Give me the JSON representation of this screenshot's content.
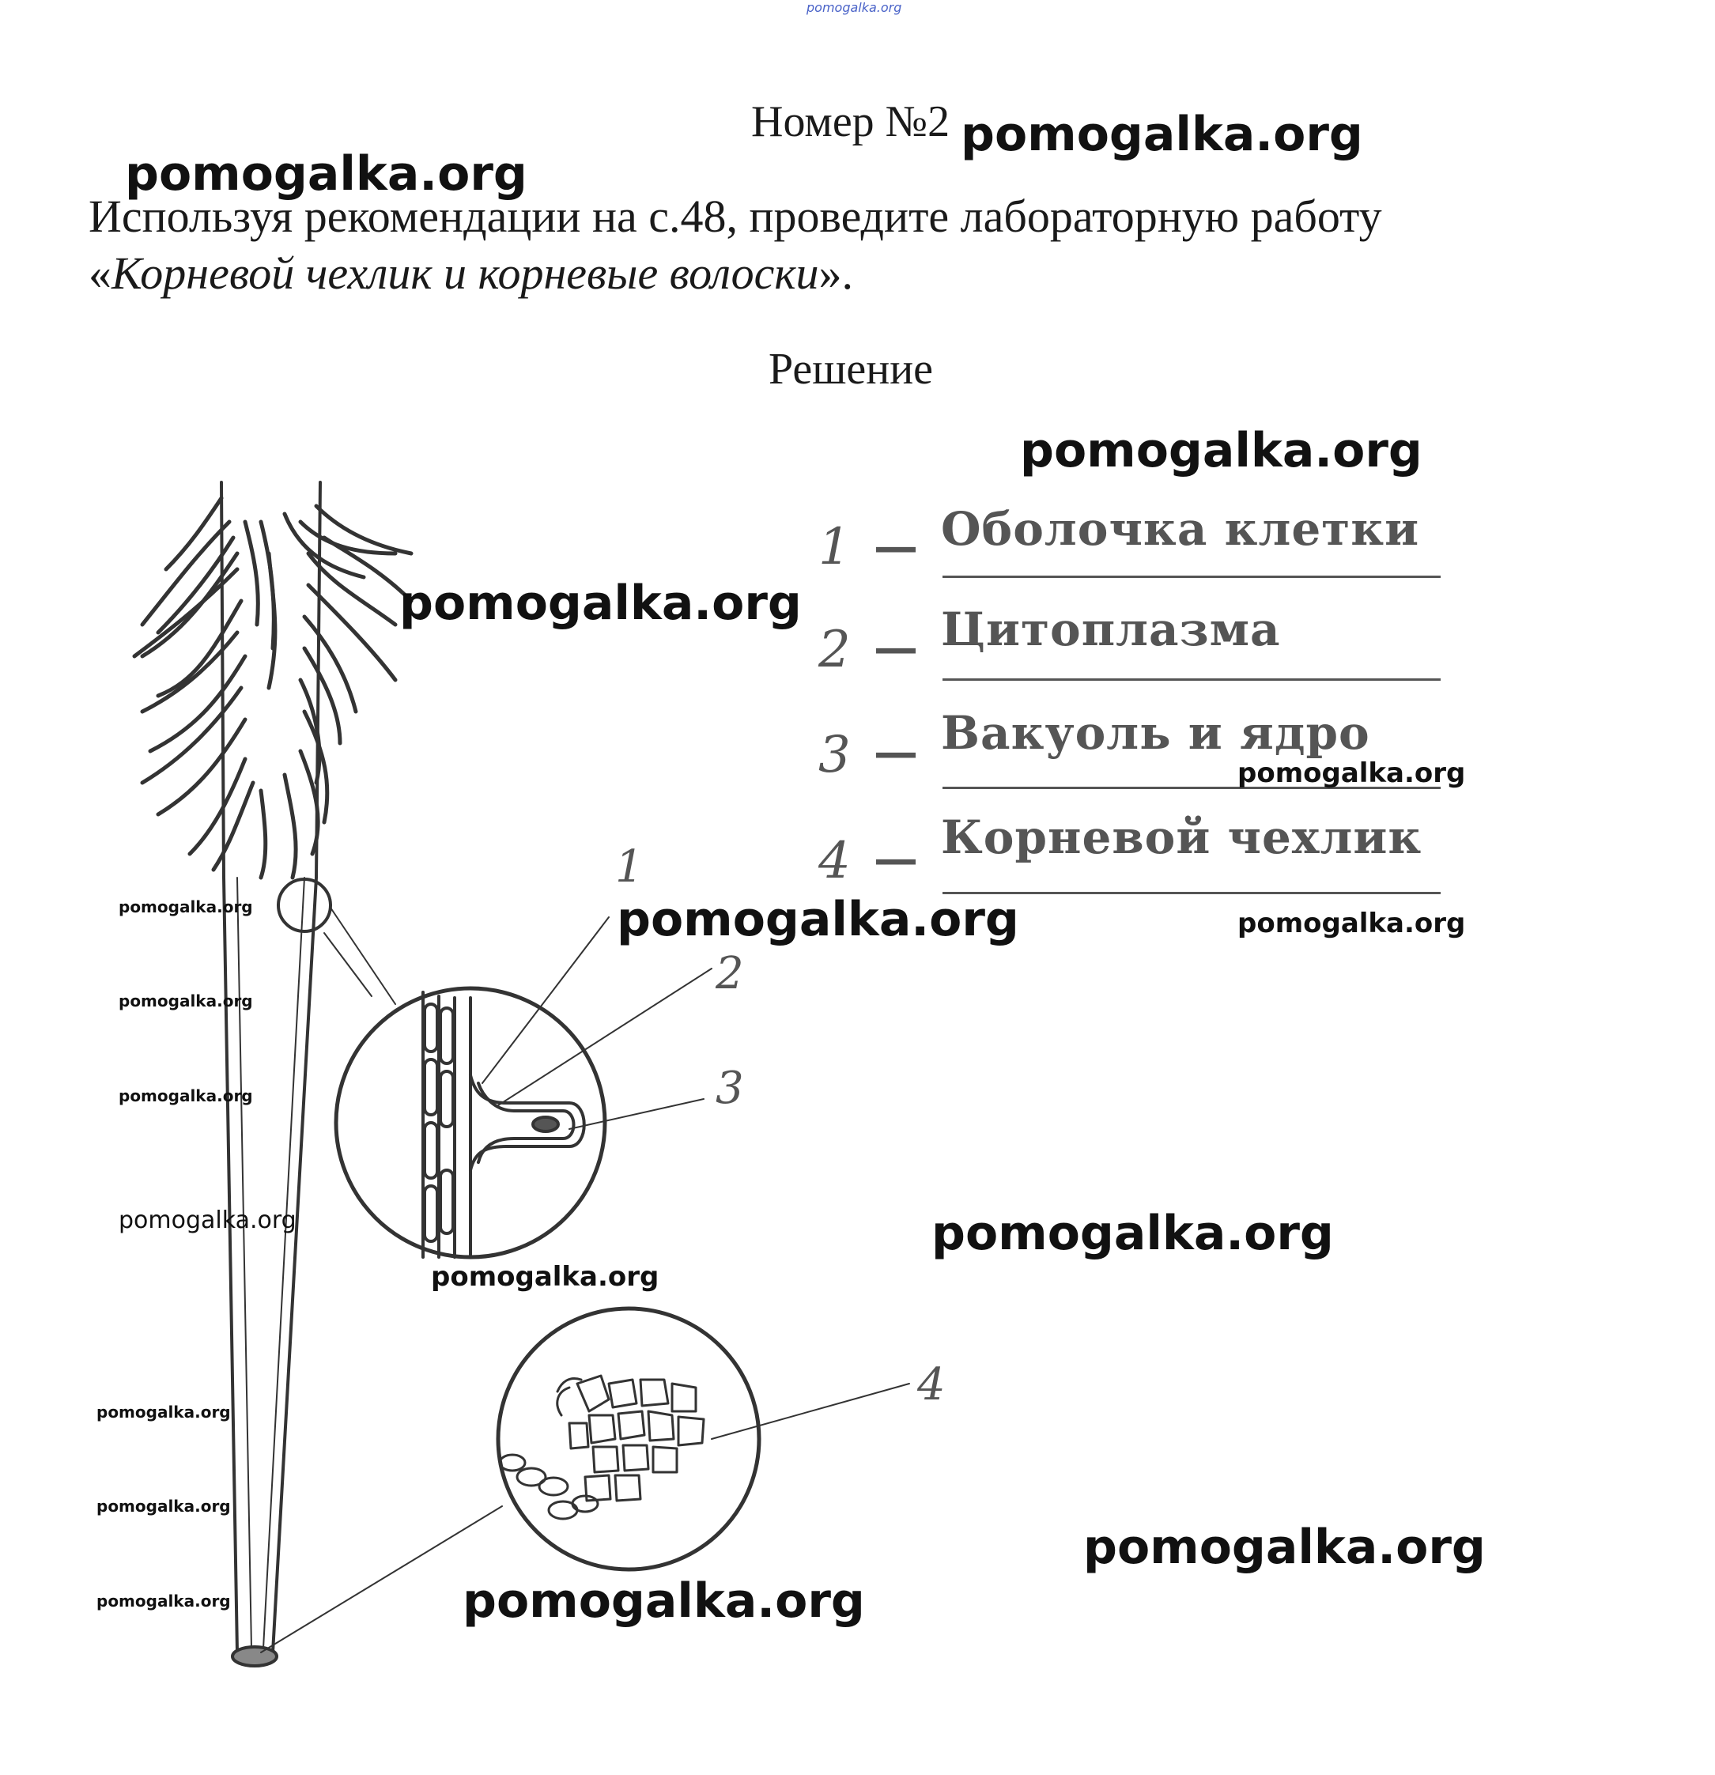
{
  "header": {
    "site_small": "pomogalka.org",
    "title": "Номер №2"
  },
  "task": {
    "line1": "Используя рекомендации на с.48, проведите лабораторную работу",
    "quote_open": "«",
    "quote_title": "Корневой чехлик и корневые волоски",
    "quote_close": "».",
    "solution_heading": "Решение"
  },
  "answers": [
    {
      "num": "1",
      "dash": "—",
      "text": "Оболочка клетки"
    },
    {
      "num": "2",
      "dash": "—",
      "text": "Цитоплазма"
    },
    {
      "num": "3",
      "dash": "—",
      "text": "Вакуоль и ядро"
    },
    {
      "num": "4",
      "dash": "—",
      "text": "Корневой чехлик"
    }
  ],
  "figure": {
    "label_1": "1",
    "label_2": "2",
    "label_3": "3",
    "label_4": "4"
  },
  "watermark": "pomogalka.org"
}
